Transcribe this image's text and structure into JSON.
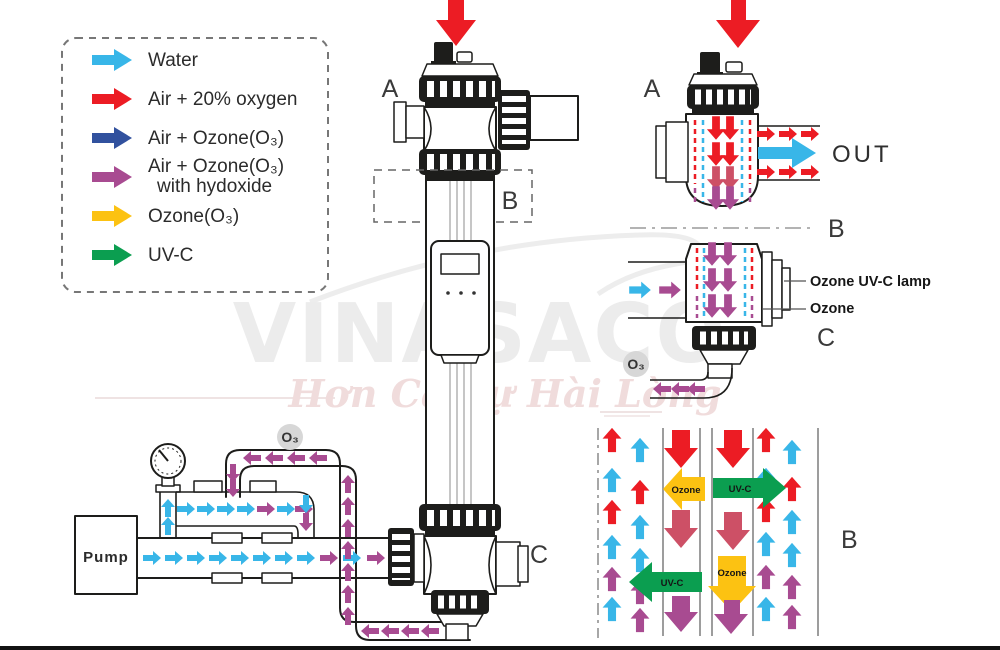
{
  "colors": {
    "water": "#38b6e8",
    "air": "#ec1c24",
    "air_ozone": "#31519e",
    "hydroxide": "#a84b91",
    "ozone": "#fcc212",
    "uvc": "#0b9e50",
    "crimson": "#cd5066",
    "outline": "#1d1d1b",
    "badge_bg": "#d7d7d7",
    "watermark_gray": "#ececec",
    "watermark_pink": "#f0dcdd"
  },
  "legend": {
    "items": [
      {
        "label": "Water",
        "color": "water"
      },
      {
        "label": "Air + 20% oxygen",
        "color": "air"
      },
      {
        "label": "Air + Ozone(O₃)",
        "color": "air_ozone"
      },
      {
        "label": "Air + Ozone(O₃)",
        "label2": "with hydoxide",
        "color": "hydroxide"
      },
      {
        "label": "Ozone(O₃)",
        "color": "ozone"
      },
      {
        "label": "UV-C",
        "color": "uvc"
      }
    ]
  },
  "watermark": {
    "brand": "VINASACO",
    "slogan": "Hơn Cả Sự Hài Lòng"
  },
  "pump": {
    "label": "Pump"
  },
  "badges": {
    "o3": "O₃"
  },
  "sections": {
    "main_a": "A",
    "main_b": "B",
    "main_c": "C",
    "detail_a": "A",
    "detail_b": "B",
    "detail_b2": "B",
    "detail_c": "C"
  },
  "labels": {
    "out": "OUT",
    "lamp": "Ozone UV-C lamp",
    "ozone": "Ozone"
  },
  "flow_labels": {
    "ozone_left": "Ozone",
    "uvc_right": "UV-C",
    "uvc_left": "UV-C",
    "ozone_right": "Ozone"
  }
}
